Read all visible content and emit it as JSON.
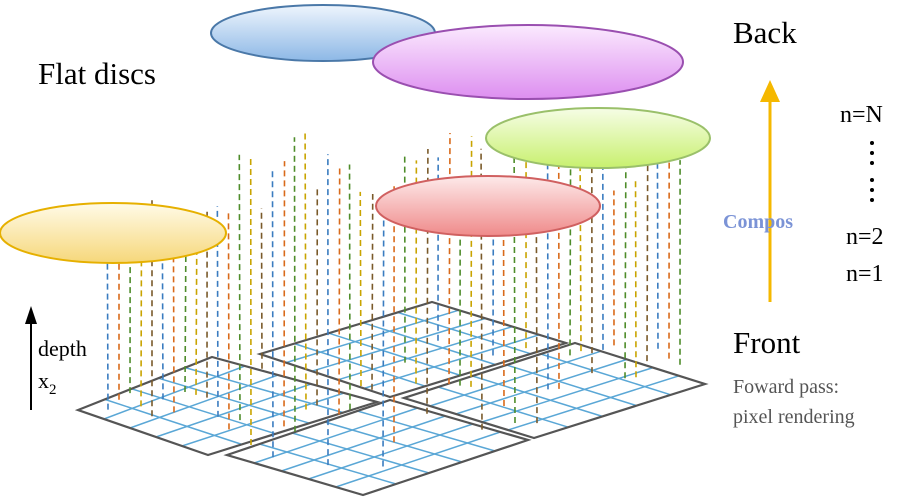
{
  "labels": {
    "title": "Flat discs",
    "back": "Back",
    "front": "Front",
    "compos": "Compos",
    "n_top": "n=N",
    "n_two": "n=2",
    "n_one": "n=1",
    "forward_line1": "Foward pass:",
    "forward_line2": "pixel rendering",
    "depth": "depth",
    "depth_var": "x",
    "depth_sub": "2"
  },
  "colors": {
    "disc_blue": "#8db8e6",
    "disc_magenta": "#dd8ef0",
    "disc_green": "#c8f06e",
    "disc_red": "#ef8a8a",
    "disc_yellow": "#f6d77a",
    "grid_line": "#5aa7d6",
    "grid_border": "#555555",
    "arrow": "#f5b800",
    "ray_colors": [
      "#3a7cc0",
      "#d96a1a",
      "#4e8c2a",
      "#c9a400",
      "#7a5a2a"
    ]
  },
  "icons": {
    "compos_arrow": "arrow-up-icon",
    "depth_arrow": "arrow-up-icon",
    "vertical_ellipsis": "vertical-ellipsis-icon"
  }
}
